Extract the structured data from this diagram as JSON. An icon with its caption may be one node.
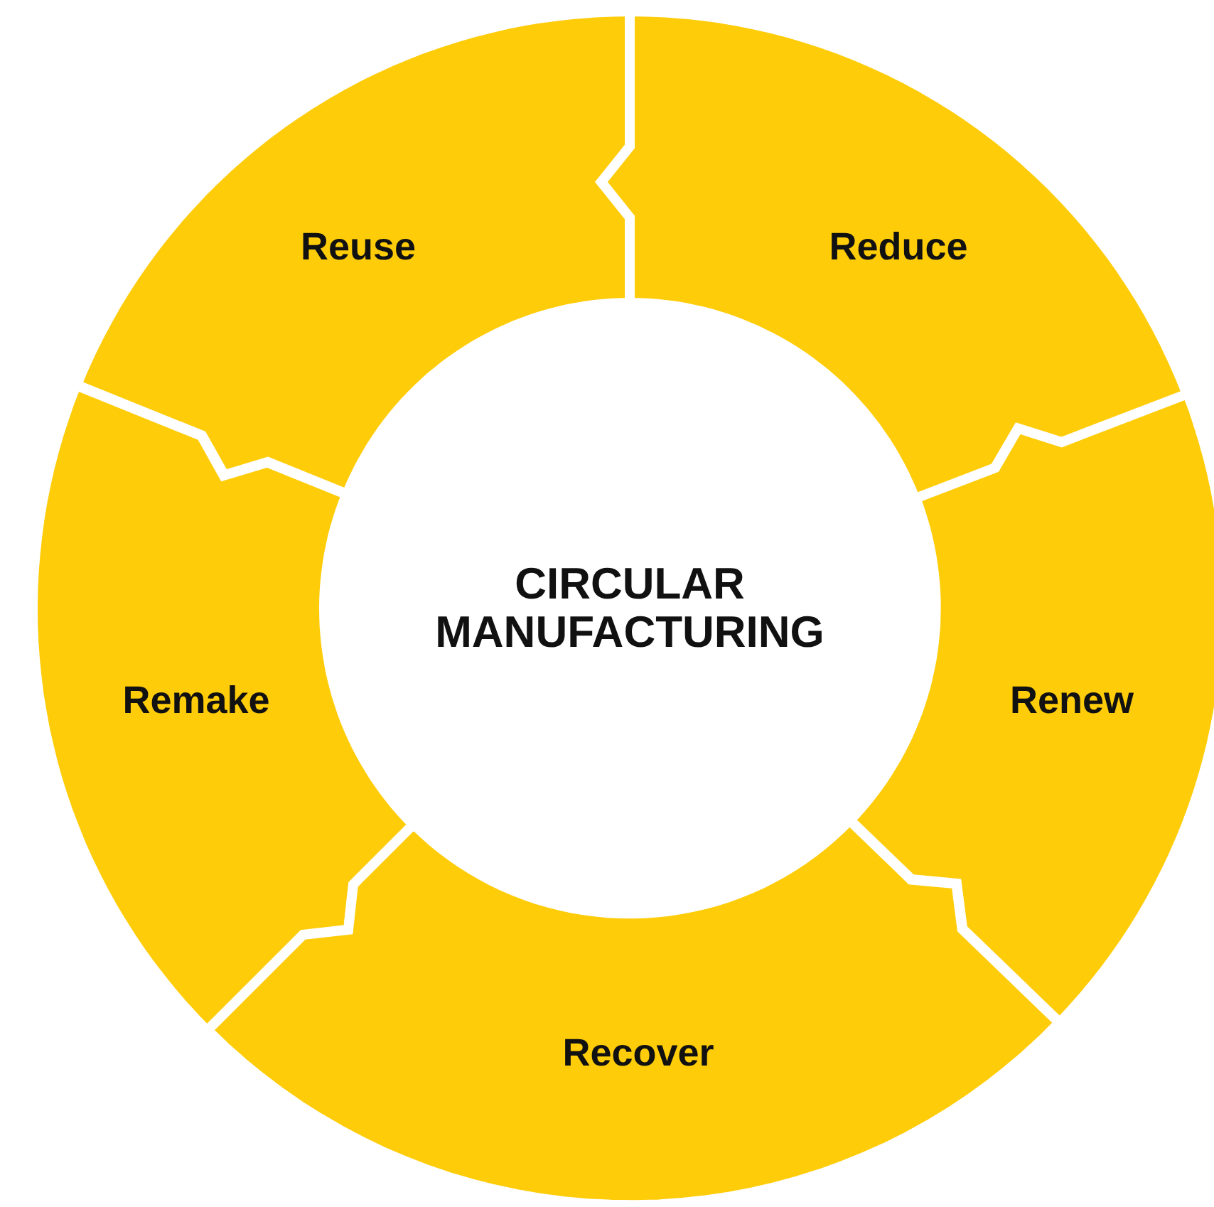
{
  "diagram": {
    "nodes": [
      {
        "text": [
          "Reuse"
        ]
      },
      {
        "text": [
          "Reduce"
        ]
      },
      {
        "text": [
          "CIRCULAR MANUFACTURING"
        ]
      },
      {
        "text": [
          "Remake"
        ]
      },
      {
        "text": [
          "Renew"
        ]
      },
      {
        "text": [
          "Recover"
        ]
      }
    ]
  }
}
